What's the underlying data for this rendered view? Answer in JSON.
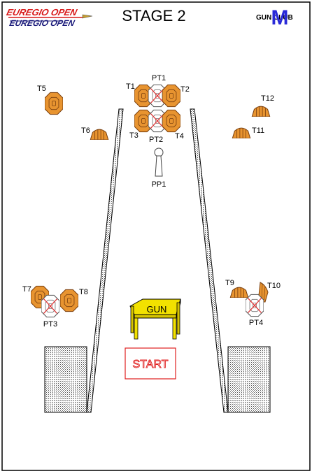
{
  "header": {
    "logo_line1": "EUREGIO OPEN",
    "logo_line2": "EUREGIO OPEN",
    "title": "STAGE 2",
    "club_text": "GUN CLUB",
    "club_letter": "M"
  },
  "labels": {
    "t1": "T1",
    "t2": "T2",
    "t3": "T3",
    "t4": "T4",
    "t5": "T5",
    "t6": "T6",
    "t7": "T7",
    "t8": "T8",
    "t9": "T9",
    "t10": "T10",
    "t11": "T11",
    "t12": "T12",
    "pt1": "PT1",
    "pt2": "PT2",
    "pt3": "PT3",
    "pt4": "PT4",
    "pp1": "PP1"
  },
  "table_label": "GUN",
  "start_label": "START",
  "colors": {
    "target_fill": "#e89430",
    "target_stroke": "#8a4a10",
    "noshoot_ring": "#e03a3a",
    "wall_hatch": "#606060",
    "table_fill": "#f2e100",
    "start_red": "#e02020",
    "logo_red": "#d81818",
    "logo_navy": "#1a1a7a",
    "club_blue": "#2a2ad8"
  },
  "icons": [
    "ipsc-target-icon",
    "mini-popper-icon",
    "no-shoot-target-icon",
    "pepper-popper-icon",
    "gun-table-icon",
    "start-box-icon"
  ]
}
